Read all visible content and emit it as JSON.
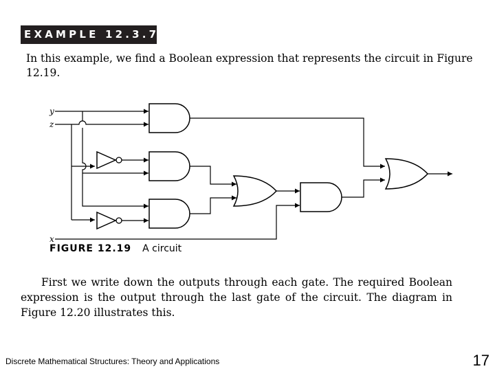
{
  "example_banner": "EXAMPLE 12.3.7",
  "intro_text": "In this example, we find a Boolean expression that represents the circuit in Figure 12.19.",
  "figure": {
    "inputs": {
      "y": "y",
      "z": "z",
      "x": "x"
    },
    "caption_number": "FIGURE 12.19",
    "caption_text": "A circuit"
  },
  "body_text": "First we write down the outputs through each gate. The required Boolean expression is the output through the last gate of the circuit. The diagram in Figure 12.20 illustrates this.",
  "footer": {
    "book_title": "Discrete Mathematical Structures: Theory and Applications",
    "page_number": "17"
  }
}
